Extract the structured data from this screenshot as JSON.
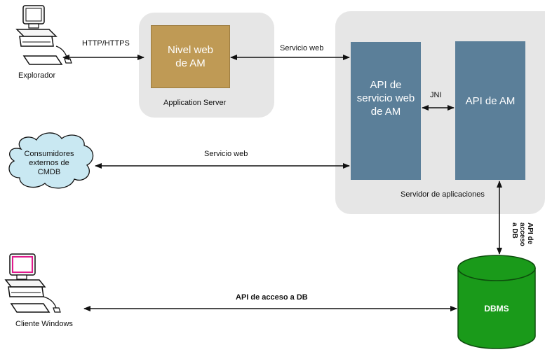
{
  "nodes": {
    "browser_caption": "Explorador",
    "windows_client_caption": "Cliente Windows",
    "web_tier_block": "Nivel web\nde AM",
    "app_server_caption": "Application Server",
    "ws_api_block": "API de\nservicio web\nde AM",
    "am_api_block": "API de AM",
    "app_servers_caption": "Servidor de aplicaciones",
    "cmdb_cloud": "Consumidores\nexternos de\nCMDB",
    "dbms": "DBMS"
  },
  "edges": {
    "http_https": "HTTP/HTTPS",
    "web_service_top": "Servicio web",
    "jni": "JNI",
    "web_service_cmdb": "Servicio web",
    "db_access_vertical": "API de\nacceso\na DB",
    "db_access_bottom": "API de acceso a DB"
  },
  "colors": {
    "panel": "#e6e6e6",
    "web_tier": "#bf9a55",
    "api_blocks": "#5b7f99",
    "dbms": "#1a9a1a",
    "cloud": "#c9e8f2",
    "client_screen": "#e01a8c"
  },
  "icons": [
    "computer-icon",
    "computer-icon",
    "cloud-icon",
    "database-cylinder-icon"
  ]
}
